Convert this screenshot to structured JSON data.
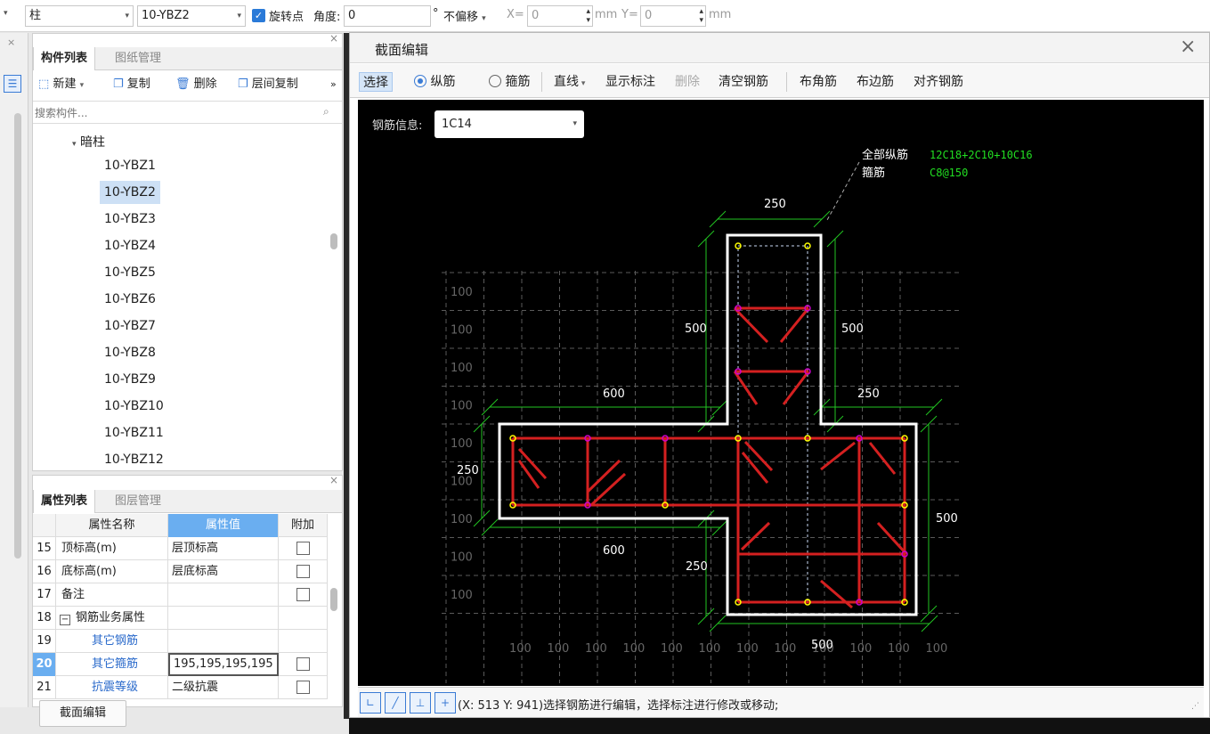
{
  "topbar": {
    "type_combo": "柱",
    "name_combo": "10-YBZ2",
    "rotate_label": "旋转点",
    "angle_label": "角度:",
    "angle_value": "0",
    "degree": "°",
    "offset_combo": "不偏移",
    "x_label": "X=",
    "x_value": "0",
    "mm1": "mm",
    "y_label": "Y=",
    "y_value": "0",
    "mm2": "mm"
  },
  "components_panel": {
    "tabs": [
      "构件列表",
      "图纸管理"
    ],
    "toolbar": {
      "new": "新建",
      "copy": "复制",
      "delete": "删除",
      "floor_copy": "层间复制",
      "more": "»"
    },
    "search_placeholder": "搜索构件...",
    "group": "暗柱",
    "items": [
      "10-YBZ1",
      "10-YBZ2",
      "10-YBZ3",
      "10-YBZ4",
      "10-YBZ5",
      "10-YBZ6",
      "10-YBZ7",
      "10-YBZ8",
      "10-YBZ9",
      "10-YBZ10",
      "10-YBZ11",
      "10-YBZ12"
    ],
    "selected_index": 1
  },
  "props_panel": {
    "tabs": [
      "属性列表",
      "图层管理"
    ],
    "headers": [
      "属性名称",
      "属性值",
      "附加"
    ],
    "rows": [
      {
        "num": "15",
        "name": "顶标高(m)",
        "value": "层顶标高",
        "attach": true
      },
      {
        "num": "16",
        "name": "底标高(m)",
        "value": "层底标高",
        "attach": true
      },
      {
        "num": "17",
        "name": "备注",
        "value": "",
        "attach": true
      },
      {
        "num": "18",
        "name": "钢筋业务属性",
        "value": "",
        "attach": false
      },
      {
        "num": "19",
        "name": "其它钢筋",
        "value": "",
        "attach": false
      },
      {
        "num": "20",
        "name": "其它箍筋",
        "value": "195,195,195,195",
        "attach": true
      },
      {
        "num": "21",
        "name": "抗震等级",
        "value": "二级抗震",
        "attach": true
      }
    ],
    "section_edit_button": "截面编辑"
  },
  "dialog": {
    "title": "截面编辑",
    "close": "×",
    "toolbar": {
      "select": "选择",
      "longitudinal": "纵筋",
      "stirrup": "箍筋",
      "line_mode": "直线",
      "show_dims": "显示标注",
      "delete": "删除",
      "clear": "清空钢筋",
      "corner": "布角筋",
      "edge": "布边筋",
      "align": "对齐钢筋"
    },
    "rebar_info_label": "钢筋信息:",
    "rebar_info_value": "1C14",
    "annotation": {
      "all_long_label": "全部纵筋",
      "all_long_value": "12C18+2C10+10C16",
      "stirrup_label": "箍筋",
      "stirrup_value": "C8@150"
    },
    "dims": {
      "top": "250",
      "left_upper": "500",
      "right_upper": "500",
      "left_600_top": "600",
      "right_250": "250",
      "left_250": "250",
      "left_600_bottom": "600",
      "bottom_250": "250",
      "right_500": "500",
      "bottom_500": "500"
    },
    "grid_labels": [
      "100",
      "100",
      "100",
      "100",
      "100",
      "100",
      "100",
      "100",
      "100"
    ],
    "bottom_grid_labels": [
      "100",
      "100",
      "100",
      "100",
      "100",
      "100",
      "100",
      "100",
      "100",
      "100",
      "100",
      "100"
    ],
    "status_text": "(X: 513 Y: 941)选择钢筋进行编辑，选择标注进行修改或移动;",
    "colors": {
      "concrete": "#ffffff",
      "rebar": "#d42020",
      "dim": "#22c422",
      "annotation": "#22dd22",
      "grid": "#5a5a5a",
      "stirrup_dash": "#c9d7f5"
    }
  }
}
